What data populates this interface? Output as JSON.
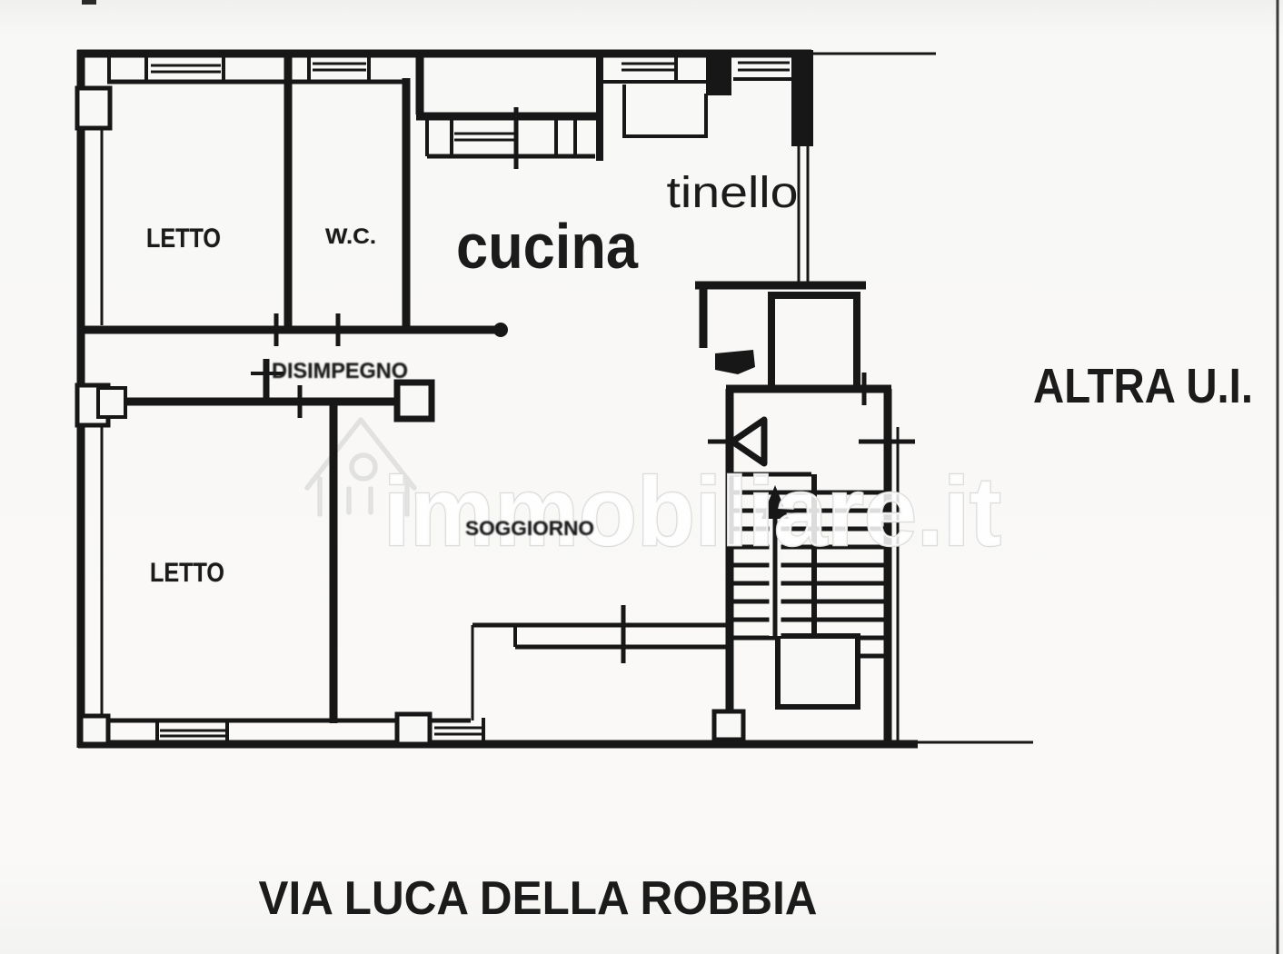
{
  "plan": {
    "rooms": {
      "letto_top": "LETTO",
      "wc": "W.C.",
      "cucina": "cucina",
      "tinello": "tinello",
      "disimpegno": "DISIMPEGNO",
      "soggiorno": "SOGGIORNO",
      "letto_bottom": "LETTO"
    },
    "annotations": {
      "altra_ui": "ALTRA U.I.",
      "street": "VIA LUCA DELLA ROBBIA"
    },
    "watermark": {
      "text": "immobiliare.it",
      "icon": "house-person-logo"
    },
    "colors": {
      "ink": "#171717",
      "paper": "#f8f8f6",
      "watermark_stroke": "#dcdcda",
      "watermark_fill": "#ffffff"
    }
  }
}
